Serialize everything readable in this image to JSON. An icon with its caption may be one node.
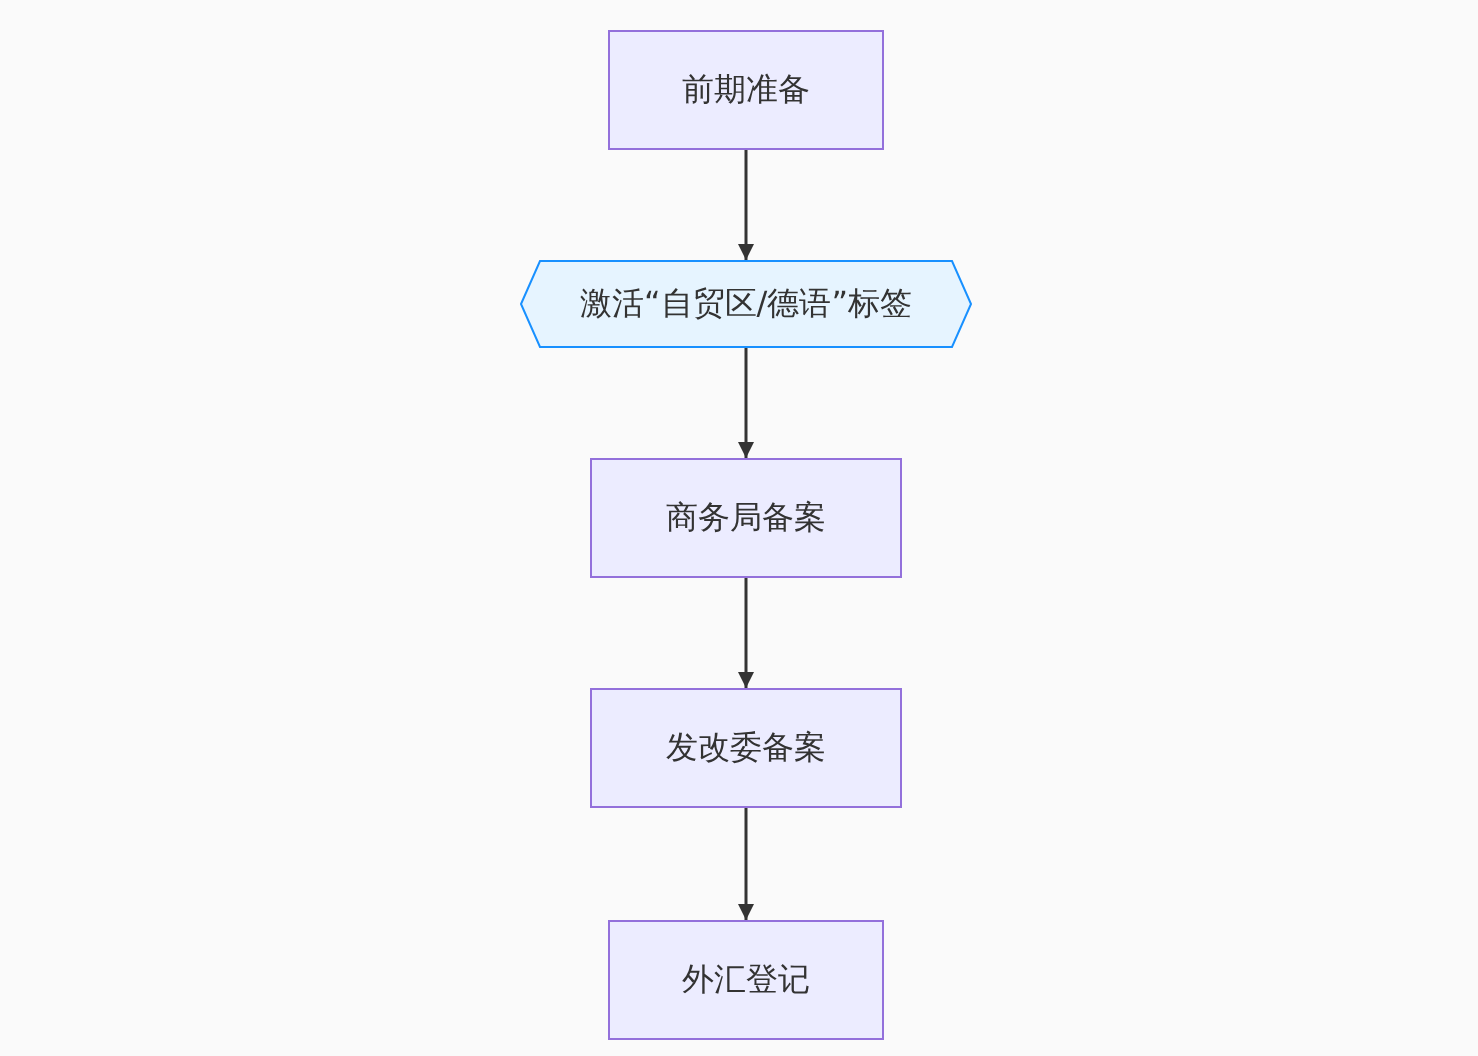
{
  "diagram": {
    "nodes": [
      {
        "text": [
          "前期准备"
        ]
      },
      {
        "text": [
          "激活“自贸区/德语”标签"
        ]
      },
      {
        "text": [
          "商务局备案"
        ]
      },
      {
        "text": [
          "发改委备案"
        ]
      },
      {
        "text": [
          "外汇登记"
        ]
      }
    ],
    "edges": [
      {
        "from": 0,
        "to": 1,
        "arrow": "to"
      },
      {
        "from": 1,
        "to": 2,
        "arrow": "to"
      },
      {
        "from": 2,
        "to": 3,
        "arrow": "to"
      },
      {
        "from": 3,
        "to": 4,
        "arrow": "to"
      }
    ]
  }
}
